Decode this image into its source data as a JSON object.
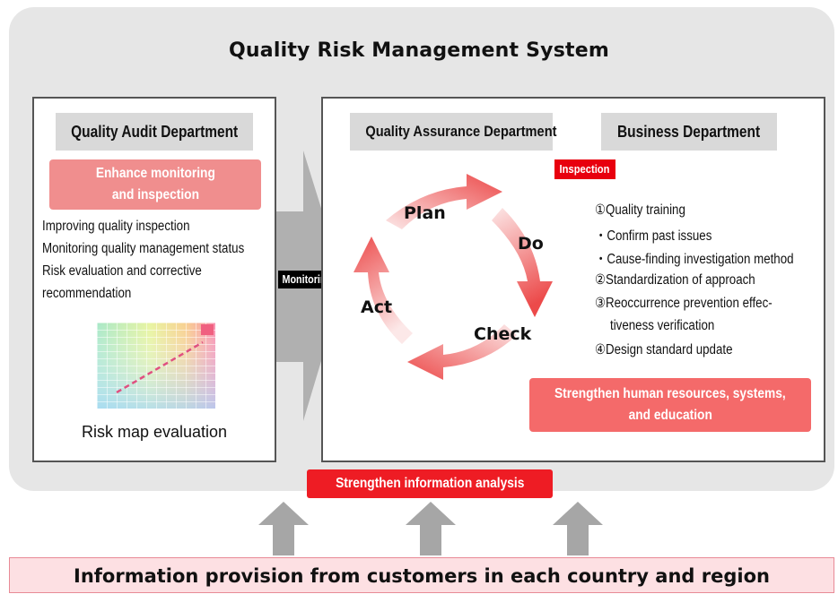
{
  "title": "Quality Risk Management System",
  "audit": {
    "heading": "Quality Audit Department",
    "enhance_line1": "Enhance monitoring",
    "enhance_line2": "and inspection",
    "items": [
      "Improving quality inspection",
      "Monitoring quality management status",
      "Risk evaluation and corrective",
      "recommendation"
    ],
    "riskmap_caption": "Risk map evaluation"
  },
  "monitoring_label": "Monitoring",
  "qa": {
    "heading": "Quality Assurance Department"
  },
  "business": {
    "heading": "Business Department"
  },
  "inspection_label": "Inspection",
  "cycle": {
    "plan": "Plan",
    "do": "Do",
    "check": "Check",
    "act": "Act"
  },
  "measures": [
    "①Quality training",
    "・Confirm past issues",
    "・Cause-finding investigation method",
    "②Standardization of approach",
    "③Reoccurrence prevention effec-",
    "tiveness verification",
    "④Design standard update"
  ],
  "strengthen_hr_line1": "Strengthen human resources, systems,",
  "strengthen_hr_line2": "and education",
  "strengthen_info": "Strengthen information analysis",
  "bottom_bar": "Information provision from customers in each country and region",
  "colors": {
    "red": "#e8000e",
    "pink": "#f08e8e",
    "salmon": "#f46a6a",
    "gray_bg": "#e6e6e6"
  }
}
